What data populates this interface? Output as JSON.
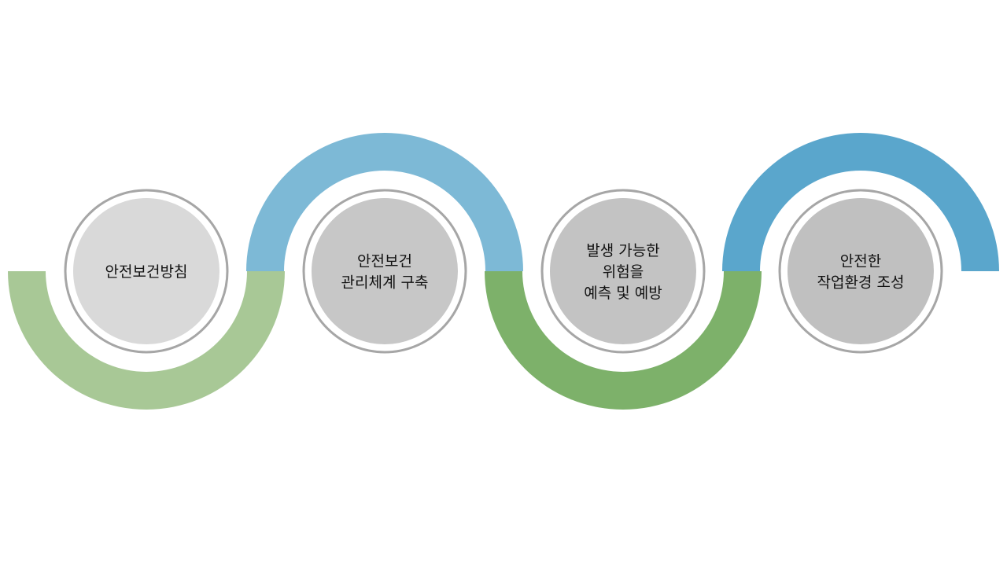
{
  "diagram": {
    "type": "process-wave",
    "steps": [
      {
        "lines": [
          "안전보건방침"
        ],
        "arc_color": "#a8c896",
        "circle_color": "#d9d9d9",
        "arc_direction": "up"
      },
      {
        "lines": [
          "안전보건",
          "관리체계 구축"
        ],
        "arc_color": "#7db9d6",
        "circle_color": "#c7c7c7",
        "arc_direction": "down"
      },
      {
        "lines": [
          "발생 가능한",
          "위험을",
          "예측 및 예방"
        ],
        "arc_color": "#7db16a",
        "circle_color": "#c3c3c3",
        "arc_direction": "up"
      },
      {
        "lines": [
          "안전한",
          "작업환경 조성"
        ],
        "arc_color": "#5aa6cc",
        "circle_color": "#c0c0c0",
        "arc_direction": "down"
      }
    ],
    "ring_color": "#a6a6a6"
  }
}
